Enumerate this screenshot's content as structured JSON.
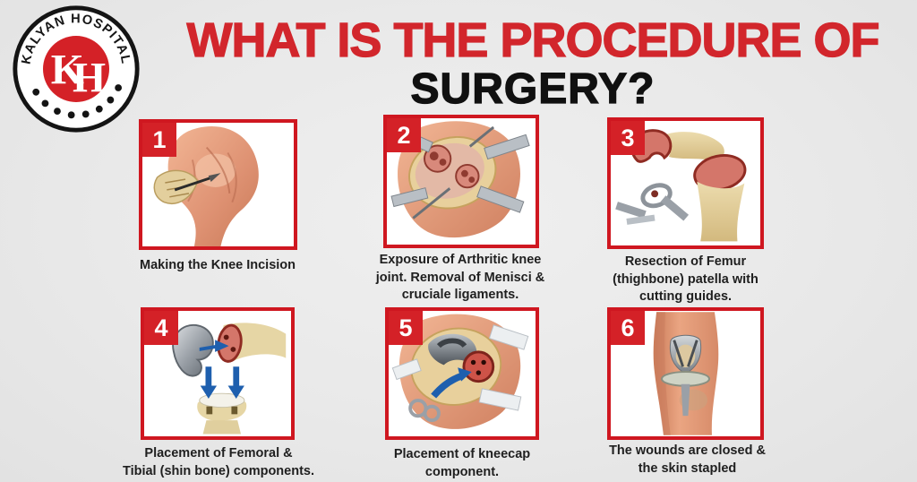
{
  "brand": {
    "name": "KALYAN HOSPITAL",
    "monogram": {
      "k": "K",
      "h": "H"
    }
  },
  "title": {
    "line1": "WHAT IS THE PROCEDURE OF",
    "line2": "SURGERY?"
  },
  "steps": [
    {
      "number": "1",
      "caption_lines": [
        "Making the Knee Incision"
      ]
    },
    {
      "number": "2",
      "caption_lines": [
        "Exposure of Arthritic knee",
        "joint. Removal of Menisci &",
        "cruciale ligaments."
      ]
    },
    {
      "number": "3",
      "caption_lines": [
        "Resection of Femur",
        "(thighbone) patella with",
        "cutting guides."
      ]
    },
    {
      "number": "4",
      "caption_lines": [
        "Placement of Femoral &",
        "Tibial (shin bone) components."
      ]
    },
    {
      "number": "5",
      "caption_lines": [
        "Placement of kneecap",
        "component."
      ]
    },
    {
      "number": "6",
      "caption_lines": [
        "The wounds are closed &",
        "the skin stapled"
      ]
    }
  ],
  "colors": {
    "accent_red": "#d2262c",
    "border_red": "#cf1720",
    "badge_red": "#d42127",
    "title_black": "#101010",
    "caption_color": "#1f1f1f",
    "page_bg": "#e9e9e9"
  }
}
